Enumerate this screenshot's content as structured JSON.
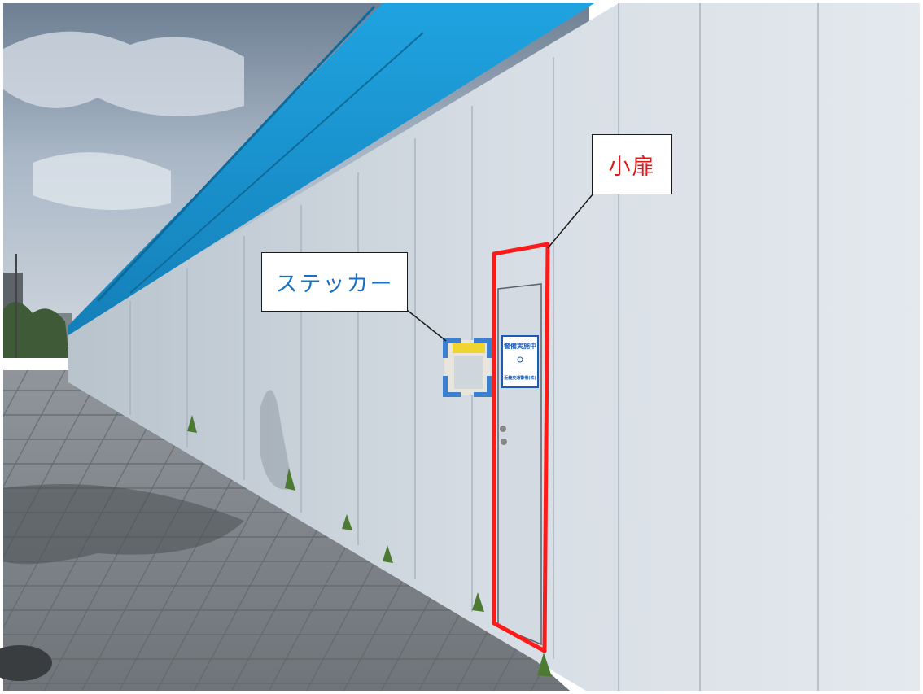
{
  "callouts": {
    "door": {
      "label": "小扉",
      "color": "#e01818"
    },
    "sticker": {
      "label": "ステッカー",
      "color": "#1a6fc0"
    }
  },
  "sign": {
    "line1": "警備実施中",
    "line2": "近畿交通警備(株)"
  },
  "colors": {
    "highlight_box": "#ff1a1a",
    "tarp": "#1c9ad8",
    "tape": "#3a7fd0",
    "wall": "#dde4ea"
  }
}
